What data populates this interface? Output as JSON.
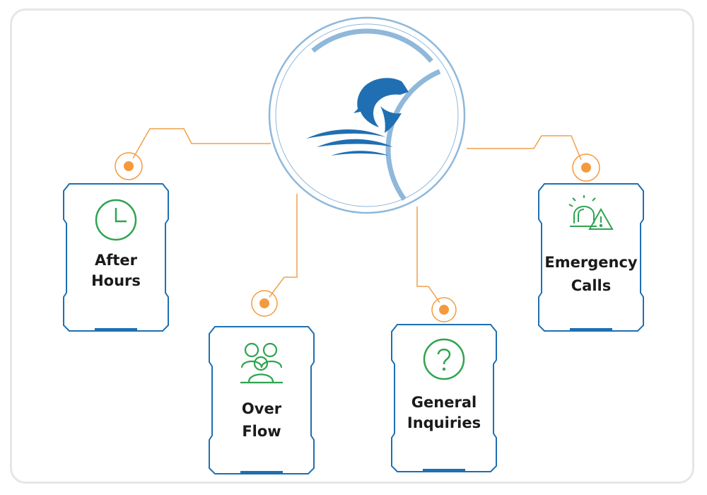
{
  "diagram": {
    "colors": {
      "frame": "#e6e6e6",
      "card_border": "#1f6fb2",
      "connector": "#f0a04b",
      "dot": "#f59a3c",
      "icon": "#2ea44f",
      "hub_ring": "#8fb8da",
      "logo": "#1f6fb2"
    },
    "hub": {
      "logo": "dolphin-wave-logo"
    },
    "cards": [
      {
        "id": "after-hours",
        "line1": "After",
        "line2": "Hours",
        "icon": "clock-icon"
      },
      {
        "id": "over-flow",
        "line1": "Over",
        "line2": "Flow",
        "icon": "group-users-icon"
      },
      {
        "id": "general-inquiries",
        "line1": "General",
        "line2": "Inquiries",
        "icon": "question-icon"
      },
      {
        "id": "emergency-calls",
        "line1": "Emergency",
        "line2": "Calls",
        "icon": "alarm-warning-icon"
      }
    ]
  }
}
